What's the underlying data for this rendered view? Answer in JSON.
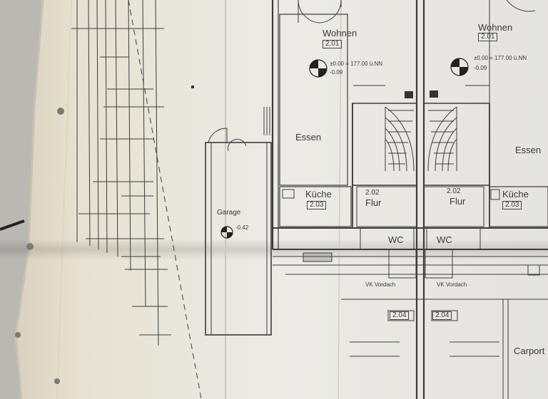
{
  "plan": {
    "left_unit": {
      "room_wohnen": "Wohnen",
      "room_wohnen_no": "2.01",
      "level": "±0.00 = 177.00 ü.NN",
      "level_sub": "-0.09",
      "room_essen": "Essen",
      "room_kueche": "Küche",
      "room_kueche_no": "2.03",
      "room_flur_no": "2.02",
      "room_flur": "Flur",
      "room_wc": "WC",
      "room_vordach": "VK Vordach",
      "room_vordach_no": "2.04"
    },
    "right_unit": {
      "room_wohnen": "Wohnen",
      "room_wohnen_no": "2.01",
      "level": "±0.00 = 177.00 ü.NN",
      "level_sub": "-0.09",
      "room_essen": "Essen",
      "room_kueche": "Küche",
      "room_kueche_no": "2.03",
      "room_flur_no": "2.02",
      "room_flur": "Flur",
      "room_wc": "WC",
      "room_vordach": "VK Vordach",
      "room_vordach_no": "2.04",
      "room_carport": "Carport"
    },
    "garage": {
      "label": "Garage",
      "level": "-0.42"
    }
  },
  "colors": {
    "paper": "#e9e7e0",
    "paper_shade": "#d8d5cc",
    "ink": "#3c3c3c",
    "background": "#9a9893"
  }
}
